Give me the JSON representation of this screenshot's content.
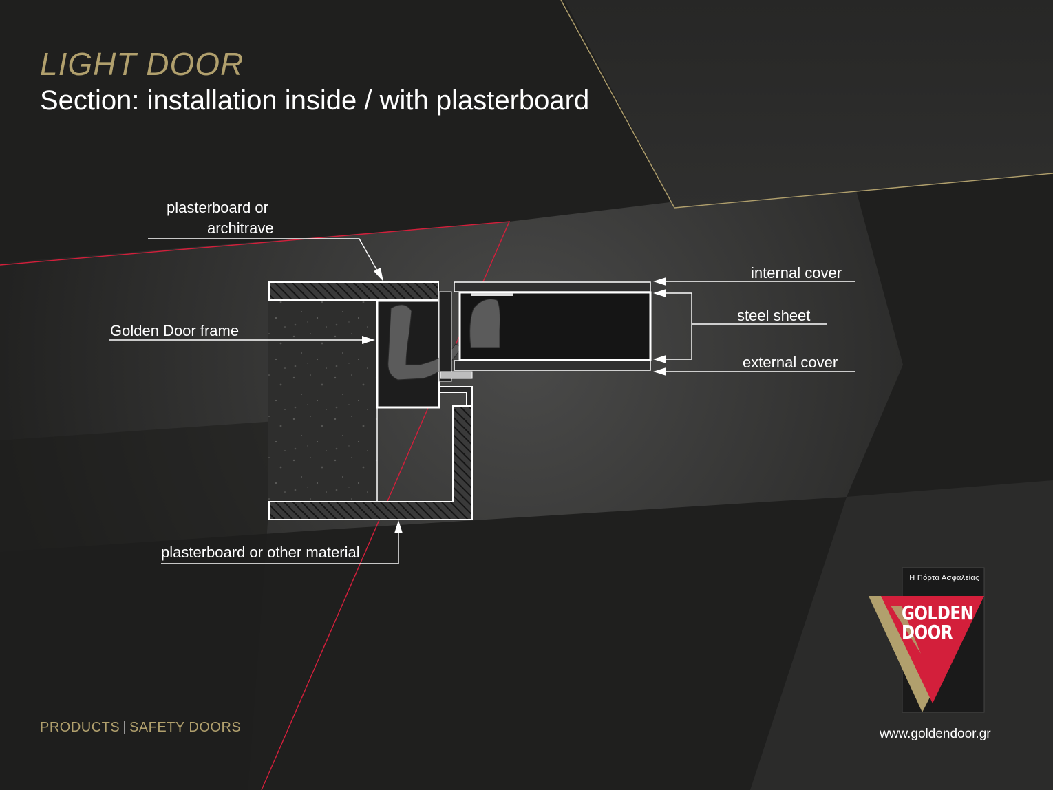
{
  "header": {
    "title": "LIGHT DOOR",
    "subtitle": "Section: installation inside / with plasterboard"
  },
  "labels": {
    "plasterboard_top_line1": "plasterboard or",
    "plasterboard_top_line2": "architrave",
    "internal_cover": "internal cover",
    "steel_sheet": "steel sheet",
    "external_cover": "external cover",
    "frame": "Golden Door frame",
    "plasterboard_bottom": "plasterboard or other material"
  },
  "footer": {
    "category_products": "PRODUCTS",
    "category_divider": "|",
    "category_safety": "SAFETY DOORS",
    "website": "www.goldendoor.gr"
  },
  "logo": {
    "tagline": "Η Πόρτα Ασφαλείας",
    "name_line1": "GOLDEN",
    "name_line2": "DOOR"
  },
  "colors": {
    "gold": "#b1a06d",
    "red": "#d31f3b",
    "background": "#1f1f1e",
    "white": "#ffffff"
  }
}
